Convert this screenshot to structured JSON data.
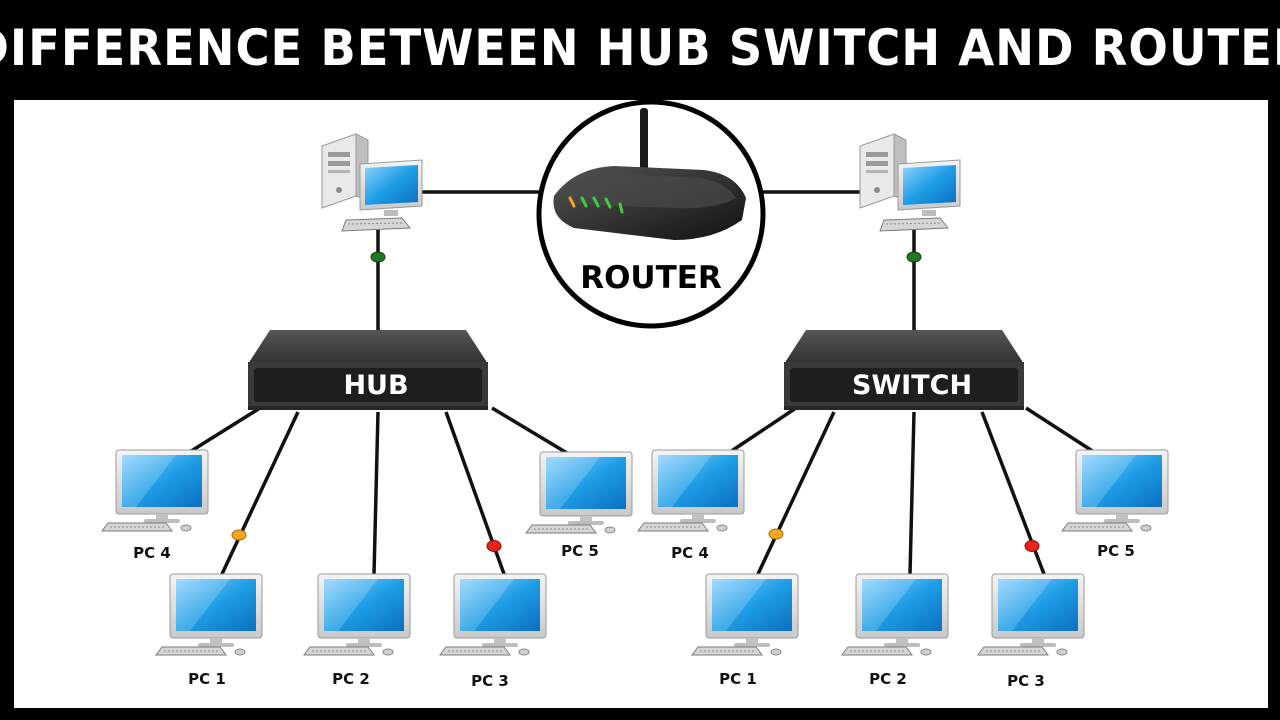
{
  "title": "DIFFERENCE BETWEEN HUB SWITCH AND ROUTER",
  "router": {
    "label": "ROUTER"
  },
  "hub": {
    "label": "HUB"
  },
  "switch": {
    "label": "SWITCH"
  },
  "pcs": {
    "pc1": "PC 1",
    "pc2": "PC 2",
    "pc3": "PC 3",
    "pc4": "PC 4",
    "pc5": "PC 5"
  },
  "colors": {
    "screen": "#1e9ee6",
    "screen_light": "#8fd3ff",
    "device_body": "#3a3a3a",
    "device_face": "#222222",
    "led_green": "#1f7a1f",
    "led_orange": "#f5a623",
    "led_red": "#e8241a"
  },
  "icons": {
    "server": "desktop-tower-computer-icon",
    "monitor": "desktop-monitor-icon",
    "router": "wireless-router-icon",
    "hub": "network-hub-icon",
    "switch": "network-switch-icon"
  }
}
